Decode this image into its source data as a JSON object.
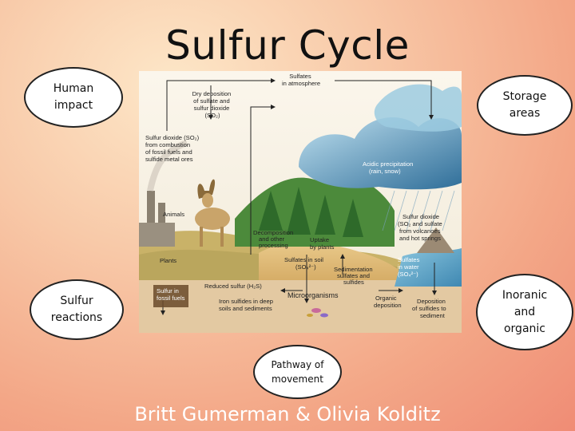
{
  "title": "Sulfur Cycle",
  "byline": "Britt Gumerman & Olivia Kolditz",
  "ovals": {
    "human_impact": "Human\nimpact",
    "storage_areas": "Storage\nareas",
    "sulfur_reactions": "Sulfur\nreactions",
    "inorganic_organic": "Inoranic\nand\norganic",
    "pathway": "Pathway of\nmovement"
  },
  "diagram": {
    "sulfates_atmosphere": [
      "Sulfates",
      "in atmosphere"
    ],
    "dry_deposition": [
      "Dry deposition",
      "of  sulfate and",
      "sulfur dioxide",
      "(SO₂)"
    ],
    "so2_combustion": [
      "Sulfur dioxide (SO₂)",
      "from combustion",
      "of fossil fuels and",
      "sulfide metal ores"
    ],
    "acidic_precipitation": [
      "Acidic precipitation",
      "(rain, snow)"
    ],
    "animals": "Animals",
    "plants": "Plants",
    "volcanoes": [
      "Sulfur dioxide",
      "(SO₂ and sulfate",
      "from volcanoes",
      "and hot springs"
    ],
    "decomposition": [
      "Decomposition",
      "and other",
      "processing"
    ],
    "uptake": [
      "Uptake",
      "by plants"
    ],
    "sulfates_soil": [
      "Sulfates in soil",
      "(SO₄²⁻)"
    ],
    "sedimentation": [
      "Sedimentation",
      "sulfates and",
      "sulfides"
    ],
    "sulfates_water": [
      "Sulfates",
      "in water",
      "(SO₄²⁻)"
    ],
    "reduced_sulfur": "Reduced sulfur (H₂S)",
    "sulfur_fossil": [
      "Sulfur in",
      "fossil fuels"
    ],
    "iron_sulfides": [
      "Iron sulfides in deep",
      "soils and sediments"
    ],
    "microorganisms": "Microorganisms",
    "organic_deposition": [
      "Organic",
      "deposition"
    ],
    "deposition_sulfides": [
      "Deposition",
      "of sulfides to",
      "sediment"
    ]
  }
}
